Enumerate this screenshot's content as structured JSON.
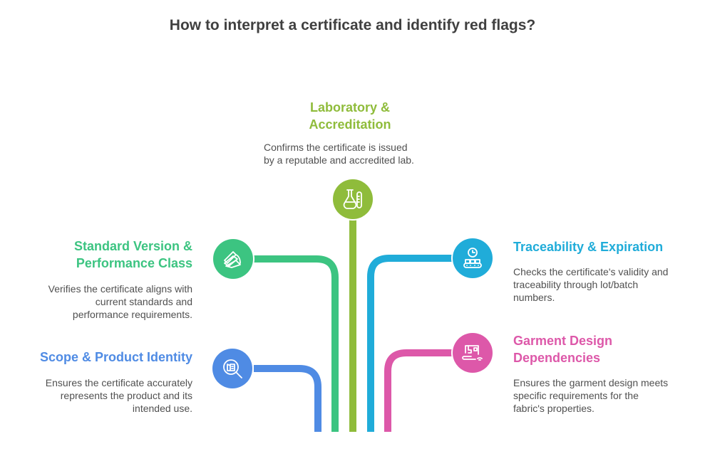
{
  "title": "How to interpret a certificate and identify red flags?",
  "items": [
    {
      "id": "laboratory",
      "heading_line1": "Laboratory &",
      "heading_line2": "Accreditation",
      "description_line1": "Confirms the certificate is issued",
      "description_line2": "by a reputable and accredited lab.",
      "color": "#8fbc3b",
      "icon": "flask-test-tube-icon"
    },
    {
      "id": "standard",
      "heading_line1": "Standard Version &",
      "heading_line2": "Performance Class",
      "description_line1": "Verifies the certificate aligns with",
      "description_line2": "current standards and",
      "description_line3": "performance requirements.",
      "color": "#3cc481",
      "icon": "document-pages-icon"
    },
    {
      "id": "scope",
      "heading_line1": "Scope & Product Identity",
      "description_line1": "Ensures the certificate accurately",
      "description_line2": "represents the product and its",
      "description_line3": "intended use.",
      "color": "#4f8be4",
      "icon": "magnify-building-icon"
    },
    {
      "id": "traceability",
      "heading_line1": "Traceability & Expiration",
      "description_line1": "Checks the certificate's validity and",
      "description_line2": "traceability through lot/batch",
      "description_line3": "numbers.",
      "color": "#20acd9",
      "icon": "clock-conveyor-icon"
    },
    {
      "id": "garment",
      "heading_line1": "Garment Design",
      "heading_line2": "Dependencies",
      "description_line1": "Ensures the garment design meets",
      "description_line2": "specific requirements for the",
      "description_line3": "fabric's properties.",
      "color": "#dd58a9",
      "icon": "sewing-machine-icon"
    }
  ]
}
